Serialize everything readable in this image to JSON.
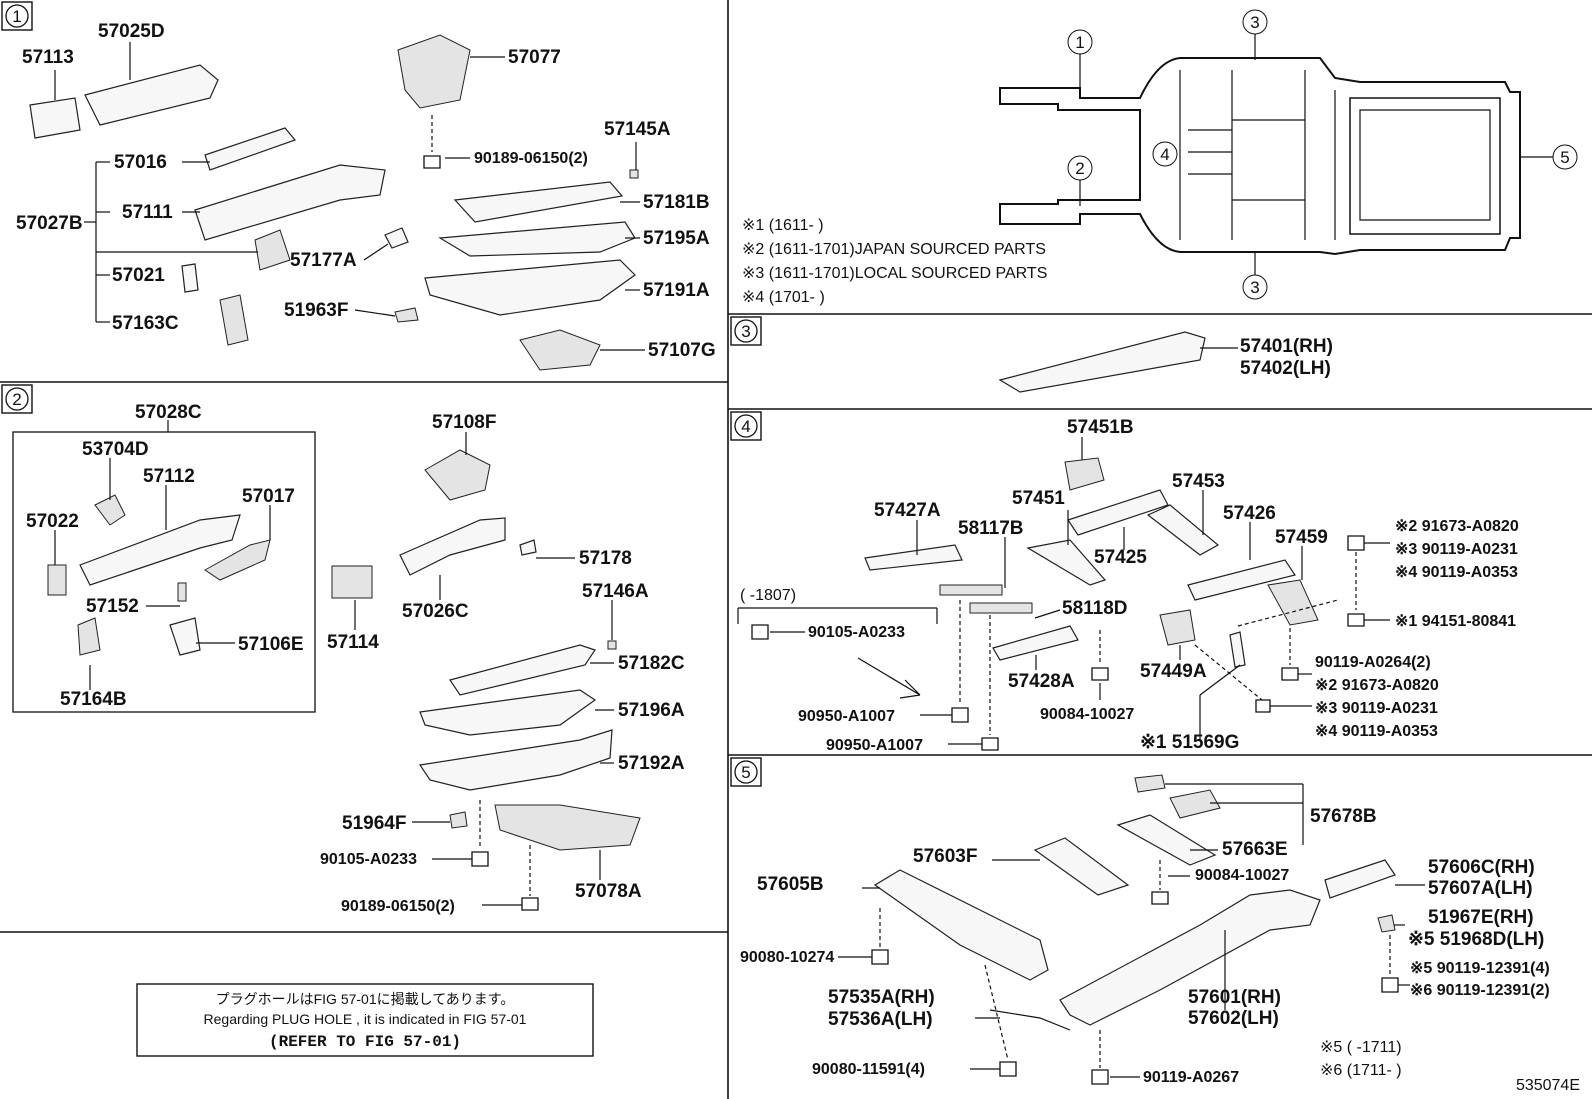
{
  "sections": [
    "1",
    "2",
    "3",
    "4",
    "5"
  ],
  "overview": {
    "callouts": [
      "1",
      "2",
      "3",
      "4",
      "5",
      "3"
    ]
  },
  "notes": [
    "※1 (1611-       )",
    "※2 (1611-1701)JAPAN SOURCED PARTS",
    "※3 (1611-1701)LOCAL SOURCED PARTS",
    "※4 (1701-       )"
  ],
  "parts": {
    "s1": [
      "57113",
      "57025D",
      "57077",
      "90189-06150(2)",
      "57145A",
      "57016",
      "57111",
      "57027B",
      "57181B",
      "57195A",
      "57177A",
      "57021",
      "57191A",
      "51963F",
      "57163C",
      "57107G"
    ],
    "s2": [
      "57028C",
      "53704D",
      "57112",
      "57017",
      "57022",
      "57152",
      "57106E",
      "57164B",
      "57108F",
      "57178",
      "57026C",
      "57114",
      "57146A",
      "57182C",
      "57196A",
      "57192A",
      "51964F",
      "90105-A0233",
      "90189-06150(2)",
      "57078A"
    ],
    "s3": [
      "57401(RH)",
      "57402(LH)"
    ],
    "s4": [
      "57451B",
      "57453",
      "57427A",
      "57451",
      "58117B",
      "57426",
      "57425",
      "57459",
      "58118D",
      "57428A",
      "57449A",
      "90084-10027",
      "90950-A1007",
      "90950-A1007",
      "90105-A0233",
      "( -1807)",
      "※1 51569G",
      "※2  91673-A0820",
      "※3  90119-A0231",
      "※4  90119-A0353",
      "※1 94151-80841",
      "90119-A0264(2)",
      "※2  91673-A0820",
      "※3  90119-A0231",
      "※4  90119-A0353"
    ],
    "s5": [
      "57678B",
      "57663E",
      "57603F",
      "57605B",
      "90084-10027",
      "57606C(RH)",
      "57607A(LH)",
      "51967E(RH)",
      "※5 51968D(LH)",
      "90080-10274",
      "57535A(RH)",
      "57536A(LH)",
      "57601(RH)",
      "57602(LH)",
      "※5 90119-12391(4)",
      "※6 90119-12391(2)",
      "90080-11591(4)",
      "90119-A0267",
      "※5 (      -1711)",
      "※6 (1711-      )"
    ]
  },
  "refbox": {
    "line1": "プラグホールはFIG 57-01に掲載してあります。",
    "line2": "Regarding  PLUG  HOLE , it is indicated in FIG  57-01",
    "line3": "(REFER TO FIG 57-01)"
  },
  "figure_code": "535074E"
}
